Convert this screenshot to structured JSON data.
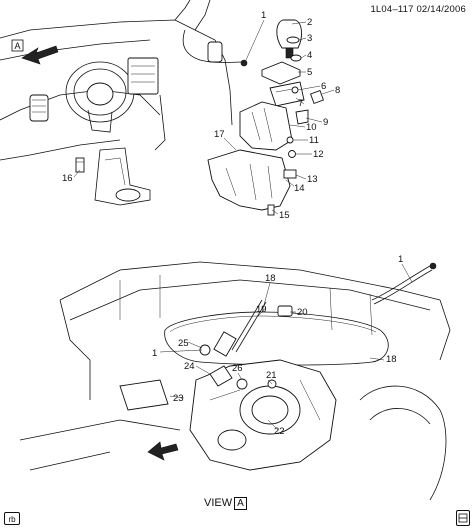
{
  "header": {
    "reference": "1L04–117  02/14/2006"
  },
  "view": {
    "label": "VIEW",
    "letter": "A"
  },
  "view_marker_top": {
    "letter": "A"
  },
  "corner": {
    "left_icon": "rb",
    "right_icon": "car-side-icon"
  },
  "callouts": [
    {
      "id": "c1",
      "text": "1"
    },
    {
      "id": "c2",
      "text": "2"
    },
    {
      "id": "c3",
      "text": "3"
    },
    {
      "id": "c4",
      "text": "4"
    },
    {
      "id": "c5",
      "text": "5"
    },
    {
      "id": "c6",
      "text": "6"
    },
    {
      "id": "c7",
      "text": "7"
    },
    {
      "id": "c8",
      "text": "8"
    },
    {
      "id": "c9",
      "text": "9"
    },
    {
      "id": "c10",
      "text": "10"
    },
    {
      "id": "c11",
      "text": "11"
    },
    {
      "id": "c12",
      "text": "12"
    },
    {
      "id": "c13",
      "text": "13"
    },
    {
      "id": "c14",
      "text": "14"
    },
    {
      "id": "c15",
      "text": "15"
    },
    {
      "id": "c16",
      "text": "16"
    },
    {
      "id": "c17",
      "text": "17"
    },
    {
      "id": "c1b",
      "text": "1"
    },
    {
      "id": "c18a",
      "text": "18"
    },
    {
      "id": "c19",
      "text": "19"
    },
    {
      "id": "c20",
      "text": "20"
    },
    {
      "id": "c1c",
      "text": "1"
    },
    {
      "id": "c25",
      "text": "25"
    },
    {
      "id": "c18b",
      "text": "18"
    },
    {
      "id": "c24",
      "text": "24"
    },
    {
      "id": "c26",
      "text": "26"
    },
    {
      "id": "c21",
      "text": "21"
    },
    {
      "id": "c23",
      "text": "23"
    },
    {
      "id": "c22",
      "text": "22"
    }
  ]
}
